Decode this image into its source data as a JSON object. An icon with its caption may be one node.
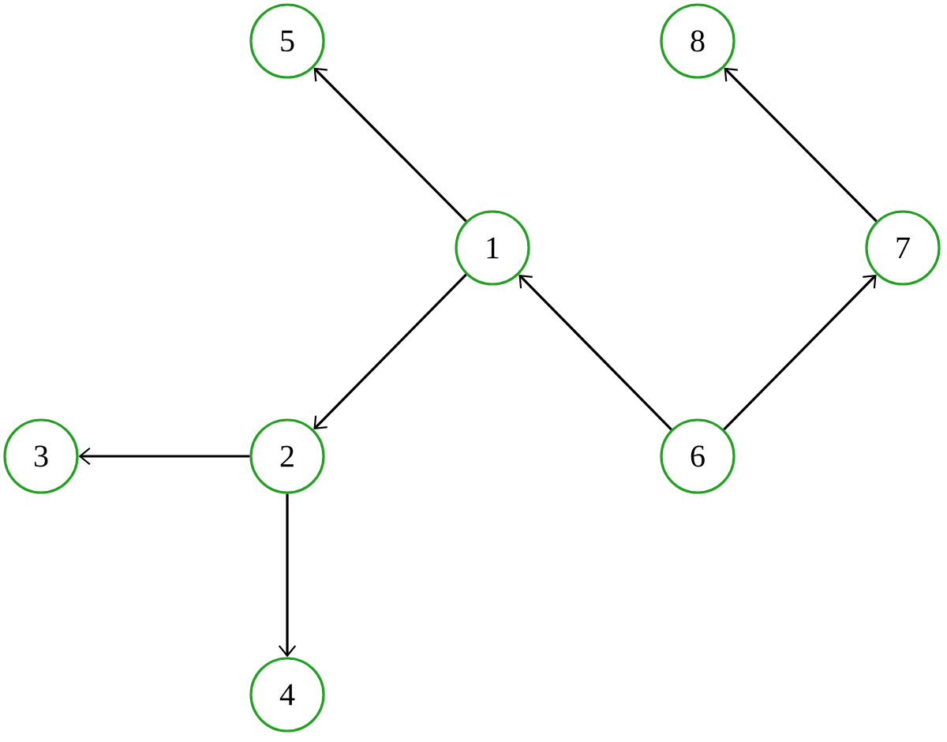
{
  "diagram": {
    "nodes": [
      {
        "text": [
          "5"
        ]
      },
      {
        "text": [
          "8"
        ]
      },
      {
        "text": [
          "1"
        ]
      },
      {
        "text": [
          "7"
        ]
      },
      {
        "text": [
          "3"
        ]
      },
      {
        "text": [
          "2"
        ]
      },
      {
        "text": [
          "6"
        ]
      },
      {
        "text": [
          "4"
        ]
      }
    ],
    "edges": [
      {
        "from": 2,
        "to": 0,
        "arrow": "to"
      },
      {
        "from": 2,
        "to": 5,
        "arrow": "to"
      },
      {
        "from": 5,
        "to": 4,
        "arrow": "to"
      },
      {
        "from": 5,
        "to": 7,
        "arrow": "to"
      },
      {
        "from": 6,
        "to": 2,
        "arrow": "to"
      },
      {
        "from": 6,
        "to": 3,
        "arrow": "to"
      },
      {
        "from": 3,
        "to": 1,
        "arrow": "to"
      }
    ]
  }
}
